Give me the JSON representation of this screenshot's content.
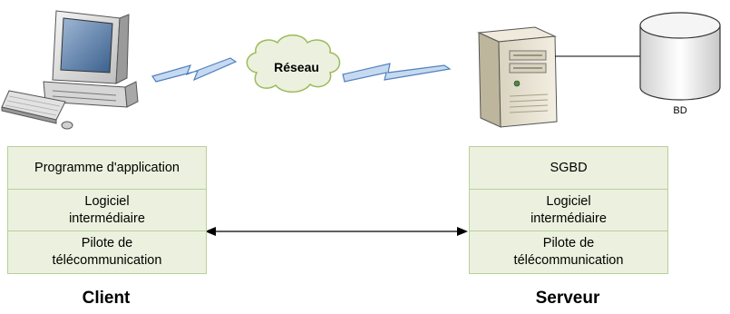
{
  "network": {
    "label": "Réseau"
  },
  "database": {
    "label": "BD"
  },
  "client": {
    "caption": "Client",
    "layers": [
      "Programme d'application",
      "Logiciel\nintermédiaire",
      "Pilote de\ntélécommunication"
    ]
  },
  "server": {
    "caption": "Serveur",
    "layers": [
      "SGBD",
      "Logiciel\nintermédiaire",
      "Pilote de\ntélécommunication"
    ]
  },
  "colors": {
    "box_fill": "#ebf1de",
    "box_border": "#b9cf9a",
    "cloud_fill": "#ebf1de",
    "lightning_fill": "#c6d9f1",
    "lightning_stroke": "#4f81bd"
  }
}
